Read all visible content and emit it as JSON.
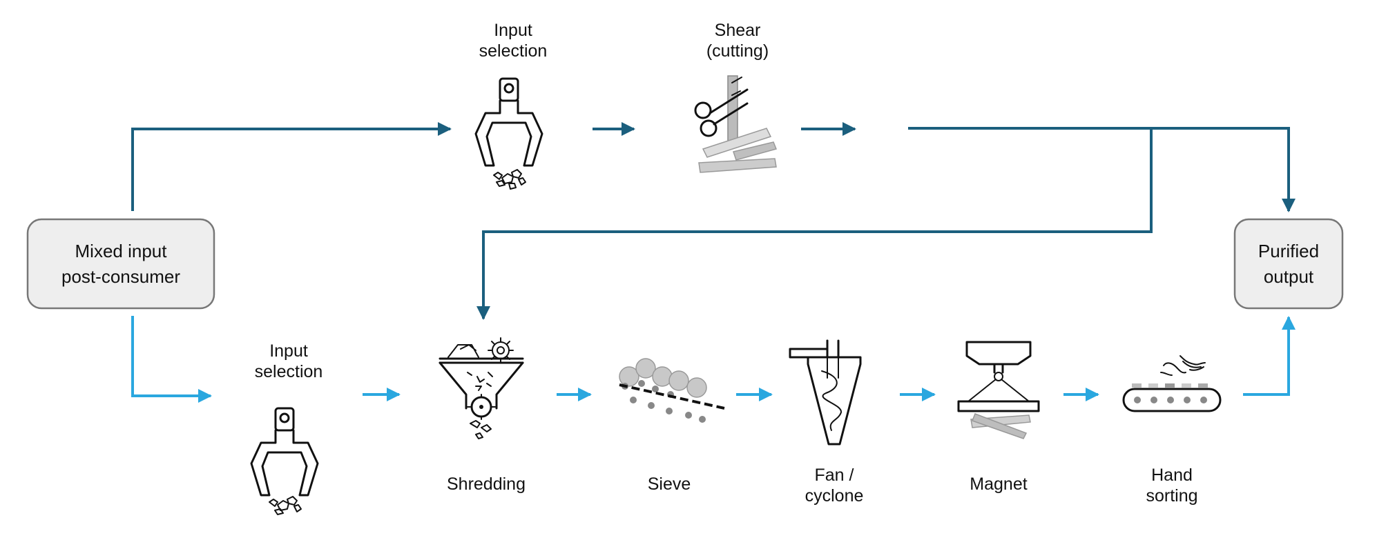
{
  "colors": {
    "upper_route": "#1b5f7e",
    "lower_route": "#2aa7df",
    "box_fill": "#eeeeee",
    "box_border": "#777777"
  },
  "boxes": {
    "input": [
      "Mixed input",
      "post-consumer"
    ],
    "output": [
      "Purified",
      "output"
    ]
  },
  "upper_steps": [
    {
      "lines": [
        "Input",
        "selection"
      ],
      "icon": "claw-gripper-icon"
    },
    {
      "lines": [
        "Shear",
        "(cutting)"
      ],
      "icon": "scissors-shear-icon"
    }
  ],
  "lower_steps": [
    {
      "lines": [
        "Input",
        "selection"
      ],
      "icon": "claw-gripper-icon"
    },
    {
      "lines": [
        "Shredding"
      ],
      "icon": "shredder-hopper-icon"
    },
    {
      "lines": [
        "Sieve"
      ],
      "icon": "sieve-icon"
    },
    {
      "lines": [
        "Fan /",
        "cyclone"
      ],
      "icon": "cyclone-icon"
    },
    {
      "lines": [
        "Magnet"
      ],
      "icon": "magnet-crane-icon"
    },
    {
      "lines": [
        "Hand",
        "sorting"
      ],
      "icon": "conveyor-hands-icon"
    }
  ]
}
